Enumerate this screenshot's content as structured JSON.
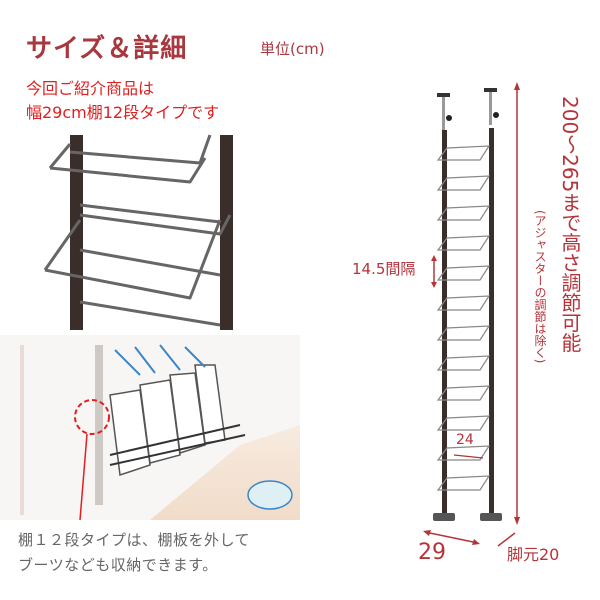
{
  "header": {
    "title": "サイズ＆詳細",
    "unit": "単位(cm)"
  },
  "intro": {
    "line1": "今回ご紹介商品は",
    "line2": "幅29cm棚12段タイプです"
  },
  "caption": {
    "line1": "棚１２段タイプは、棚板を外して",
    "line2": "ブーツなども収納できます。"
  },
  "dimensions": {
    "height": "200～265まで高さ調節可能",
    "height_note": "(アジャスターの調節は除く)",
    "shelf_gap": "14.5間隔",
    "shelf_width": "24",
    "width": "29",
    "foot_depth": "脚元20"
  },
  "product": {
    "shelf_count": 12
  },
  "colors": {
    "title": "#a8373e",
    "intro": "#e02020",
    "dimension": "#b5343a",
    "caption": "#666666",
    "frame": "#3a2e2a",
    "wire": "#777777"
  }
}
